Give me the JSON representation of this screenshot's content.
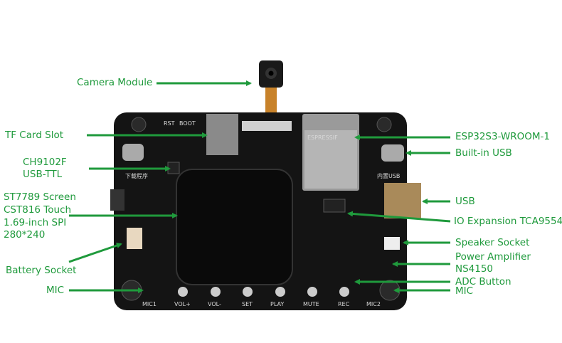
{
  "colors": {
    "label": "#1f9a3c",
    "board": "#141414",
    "screen": "#0a0a0a"
  },
  "labels": {
    "camera": "Camera Module",
    "tf_card": "TF Card Slot",
    "ch9102f": [
      "CH9102F",
      "USB-TTL"
    ],
    "screen": [
      "ST7789 Screen",
      "CST816 Touch",
      "1.69-inch SPI",
      "280*240"
    ],
    "battery": "Battery Socket",
    "mic_left": "MIC",
    "esp32": "ESP32S3-WROOM-1",
    "builtin_usb": "Built-in USB",
    "usb": "USB",
    "io_expansion": "IO Expansion TCA9554",
    "speaker": "Speaker Socket",
    "amplifier": [
      "Power Amplifier",
      "NS4150"
    ],
    "adc_button": "ADC Button",
    "mic_right": "MIC"
  },
  "silkscreen": {
    "rst": "RST",
    "boot": "BOOT",
    "download": "下载程序",
    "builtin": "内置USB",
    "espressif": "ESPRESSIF",
    "buttons": [
      "MIC1",
      "VOL+",
      "VOL-",
      "SET",
      "PLAY",
      "MUTE",
      "REC",
      "MIC2"
    ]
  }
}
